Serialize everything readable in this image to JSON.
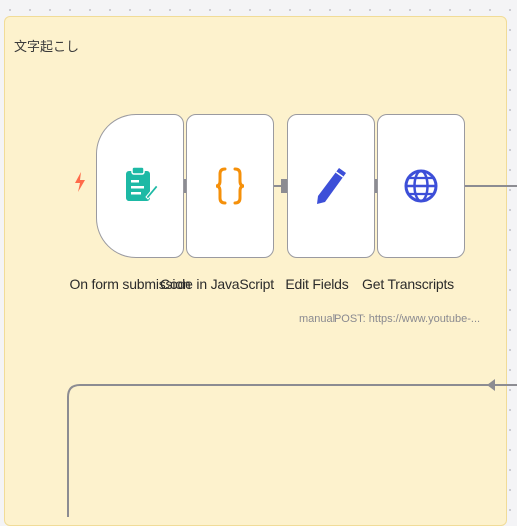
{
  "group": {
    "title": "文字起こし"
  },
  "nodes": [
    {
      "id": "form",
      "title": "On form submission",
      "subtitle": "",
      "icon": "form-icon",
      "color": "#1db9a5"
    },
    {
      "id": "code",
      "title": "Code in JavaScript",
      "subtitle": "",
      "icon": "braces-icon",
      "color": "#f5900a"
    },
    {
      "id": "edit",
      "title": "Edit Fields",
      "subtitle": "manual",
      "icon": "pen-icon",
      "color": "#3d4fd8"
    },
    {
      "id": "http",
      "title": "Get Transcripts",
      "subtitle": "POST: https://www.youtube-...",
      "icon": "globe-icon",
      "color": "#3d4fd8"
    }
  ],
  "colors": {
    "group_bg": "#fdf2cd",
    "connector": "#8c8c92",
    "trigger_bolt": "#ff6b4a"
  }
}
